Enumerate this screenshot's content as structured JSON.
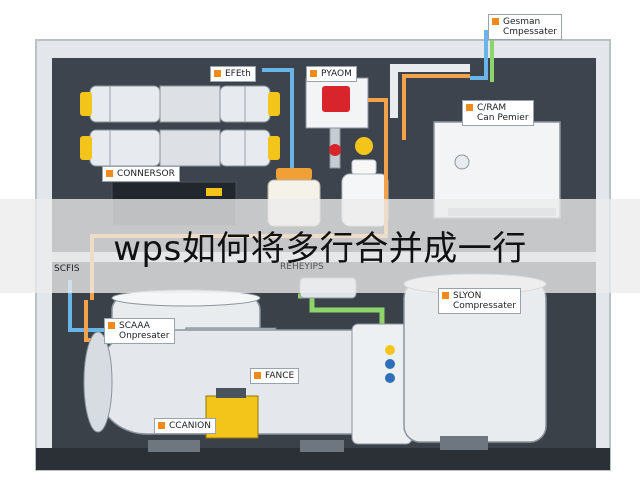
{
  "labels": {
    "top_right_line1": "Gesman",
    "top_right_line2": "Cmpessater",
    "top_left": "EFEth",
    "top_center": "PYAOM",
    "right_panel_line1": "C/RAM",
    "right_panel_line2": "Can Pemier",
    "condenser": "CONNERSOR",
    "mid_small": "REHEYIPS",
    "left_vertical": "SCFIS",
    "bottom_left_line1": "SCAAA",
    "bottom_left_line2": "Onpresater",
    "right_tank_line1": "SLYON",
    "right_tank_line2": "Compressater",
    "fance": "FANCE",
    "bottom": "CCANION"
  },
  "caption": "wps如何将多行合并成一行",
  "colors": {
    "cabinet": "#e3e6ea",
    "interior": "#3d444d",
    "pipe_orange": "#f2a24a",
    "pipe_blue": "#6ab4e6",
    "pipe_green": "#8fd46a",
    "accent_yellow": "#f3c51a",
    "accent_red": "#d8242b"
  }
}
